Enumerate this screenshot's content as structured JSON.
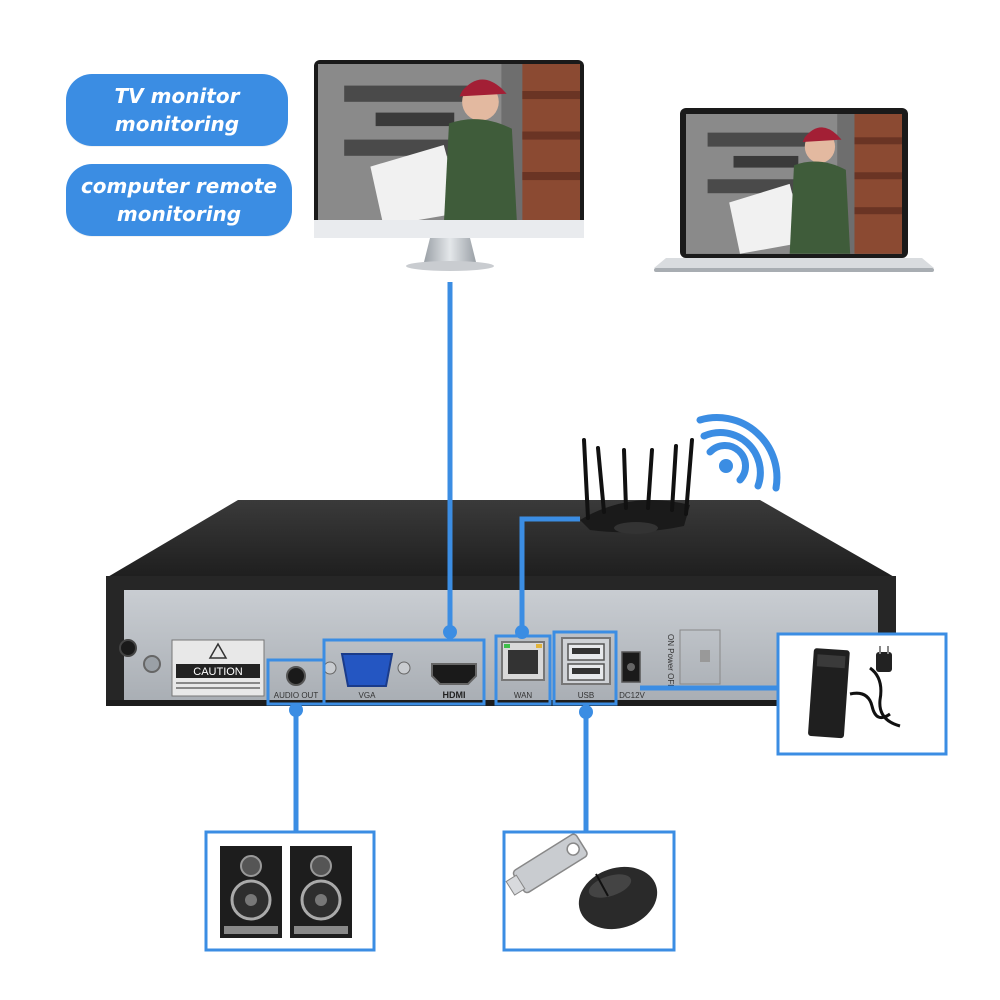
{
  "labels": {
    "tv_monitor_line1": "TV monitor",
    "tv_monitor_line2": "monitoring",
    "computer_remote_line1": "computer remote",
    "computer_remote_line2": "monitoring"
  },
  "ports": {
    "caution": "CAUTION",
    "audio_out": "AUDIO OUT",
    "vga": "VGA",
    "hdmi": "HDMI",
    "wan": "WAN",
    "usb": "USB",
    "dc": "DC12V",
    "power": "ON Power OFF"
  },
  "colors": {
    "accent": "#3b8de3",
    "device_body": "#2a2a2a",
    "panel": "#b9bec4"
  }
}
